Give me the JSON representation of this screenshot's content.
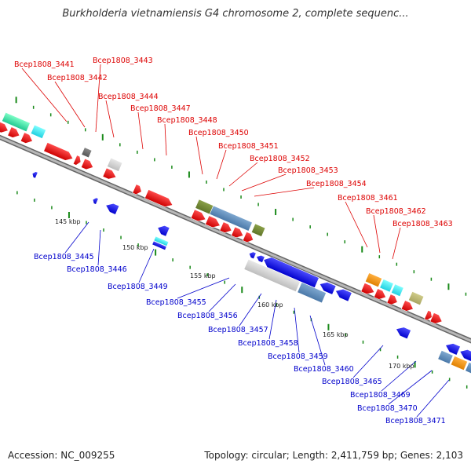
{
  "title": "Burkholderia vietnamiensis G4 chromosome 2, complete sequenc...",
  "footer": {
    "accession": "Accession: NC_009255",
    "topology": "Topology: circular; Length: 2,411,759 bp; Genes: 2,103"
  },
  "colors": {
    "forward_label": "#dd0000",
    "reverse_label": "#0000cc",
    "backbone": "#888888",
    "tick": "#1a8a1a"
  },
  "kbp_labels": [
    "145 kbp",
    "150 kbp",
    "155 kbp",
    "160 kbp",
    "165 kbp",
    "170 kbp"
  ],
  "forward_genes": [
    "Bcep1808_3441",
    "Bcep1808_3442",
    "Bcep1808_3443",
    "Bcep1808_3444",
    "Bcep1808_3447",
    "Bcep1808_3448",
    "Bcep1808_3450",
    "Bcep1808_3451",
    "Bcep1808_3452",
    "Bcep1808_3453",
    "Bcep1808_3454",
    "Bcep1808_3461",
    "Bcep1808_3462",
    "Bcep1808_3463"
  ],
  "reverse_genes": [
    "Bcep1808_3445",
    "Bcep1808_3446",
    "Bcep1808_3449",
    "Bcep1808_3455",
    "Bcep1808_3456",
    "Bcep1808_3457",
    "Bcep1808_3458",
    "Bcep1808_3459",
    "Bcep1808_3460",
    "Bcep1808_3465",
    "Bcep1808_3469",
    "Bcep1808_3470",
    "Bcep1808_3471"
  ]
}
